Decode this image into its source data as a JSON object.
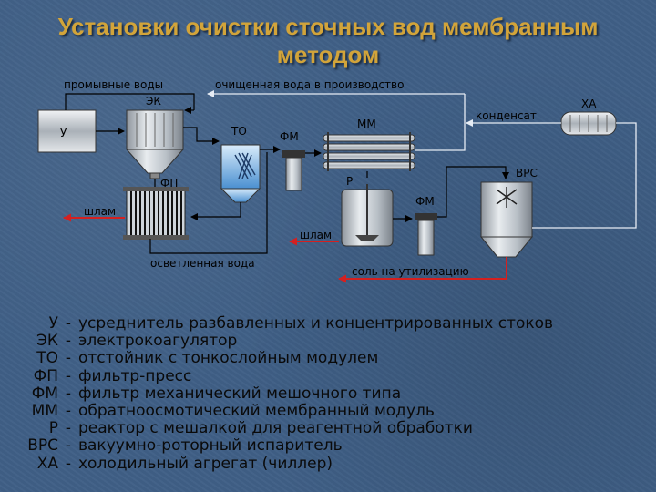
{
  "title": {
    "line1": "Установки очистки сточных вод мембранным",
    "line2": "методом"
  },
  "diagram": {
    "labels": {
      "u": "У",
      "ek": "ЭК",
      "to": "ТО",
      "fp": "ФП",
      "fm1": "ФМ",
      "mm": "ММ",
      "r": "Р",
      "fm2": "ФМ",
      "vrs": "ВРС",
      "xa": "ХА"
    },
    "streams": {
      "wash_water": "промывные воды",
      "purified_water": "очищенная вода в производство",
      "condensate": "конденсат",
      "sludge_left": "шлам",
      "sludge_right": "шлам",
      "clarified_water": "осветленная вода",
      "salt": "соль на утилизацию"
    }
  },
  "legend": [
    {
      "abbr": "У",
      "text": "усреднитель разбавленных и концентрированных стоков"
    },
    {
      "abbr": "ЭК",
      "text": "электрокоагулятор"
    },
    {
      "abbr": "ТО",
      "text": "отстойник с тонкослойным модулем"
    },
    {
      "abbr": "ФП",
      "text": "фильтр-пресс"
    },
    {
      "abbr": "ФМ",
      "text": "фильтр механический мешочного типа"
    },
    {
      "abbr": "ММ",
      "text": "обратноосмотический мембранный модуль"
    },
    {
      "abbr": "Р",
      "text": "реактор с мешалкой для реагентной обработки"
    },
    {
      "abbr": "ВРС",
      "text": "вакуумно-роторный испаритель"
    },
    {
      "abbr": "ХА",
      "text": "холодильный агрегат (чиллер)"
    }
  ],
  "colors": {
    "title": "#d2a43a",
    "sludge_arrow": "#d42020",
    "flow_line": "#000000",
    "recycle_line": "#dfe6f0"
  }
}
